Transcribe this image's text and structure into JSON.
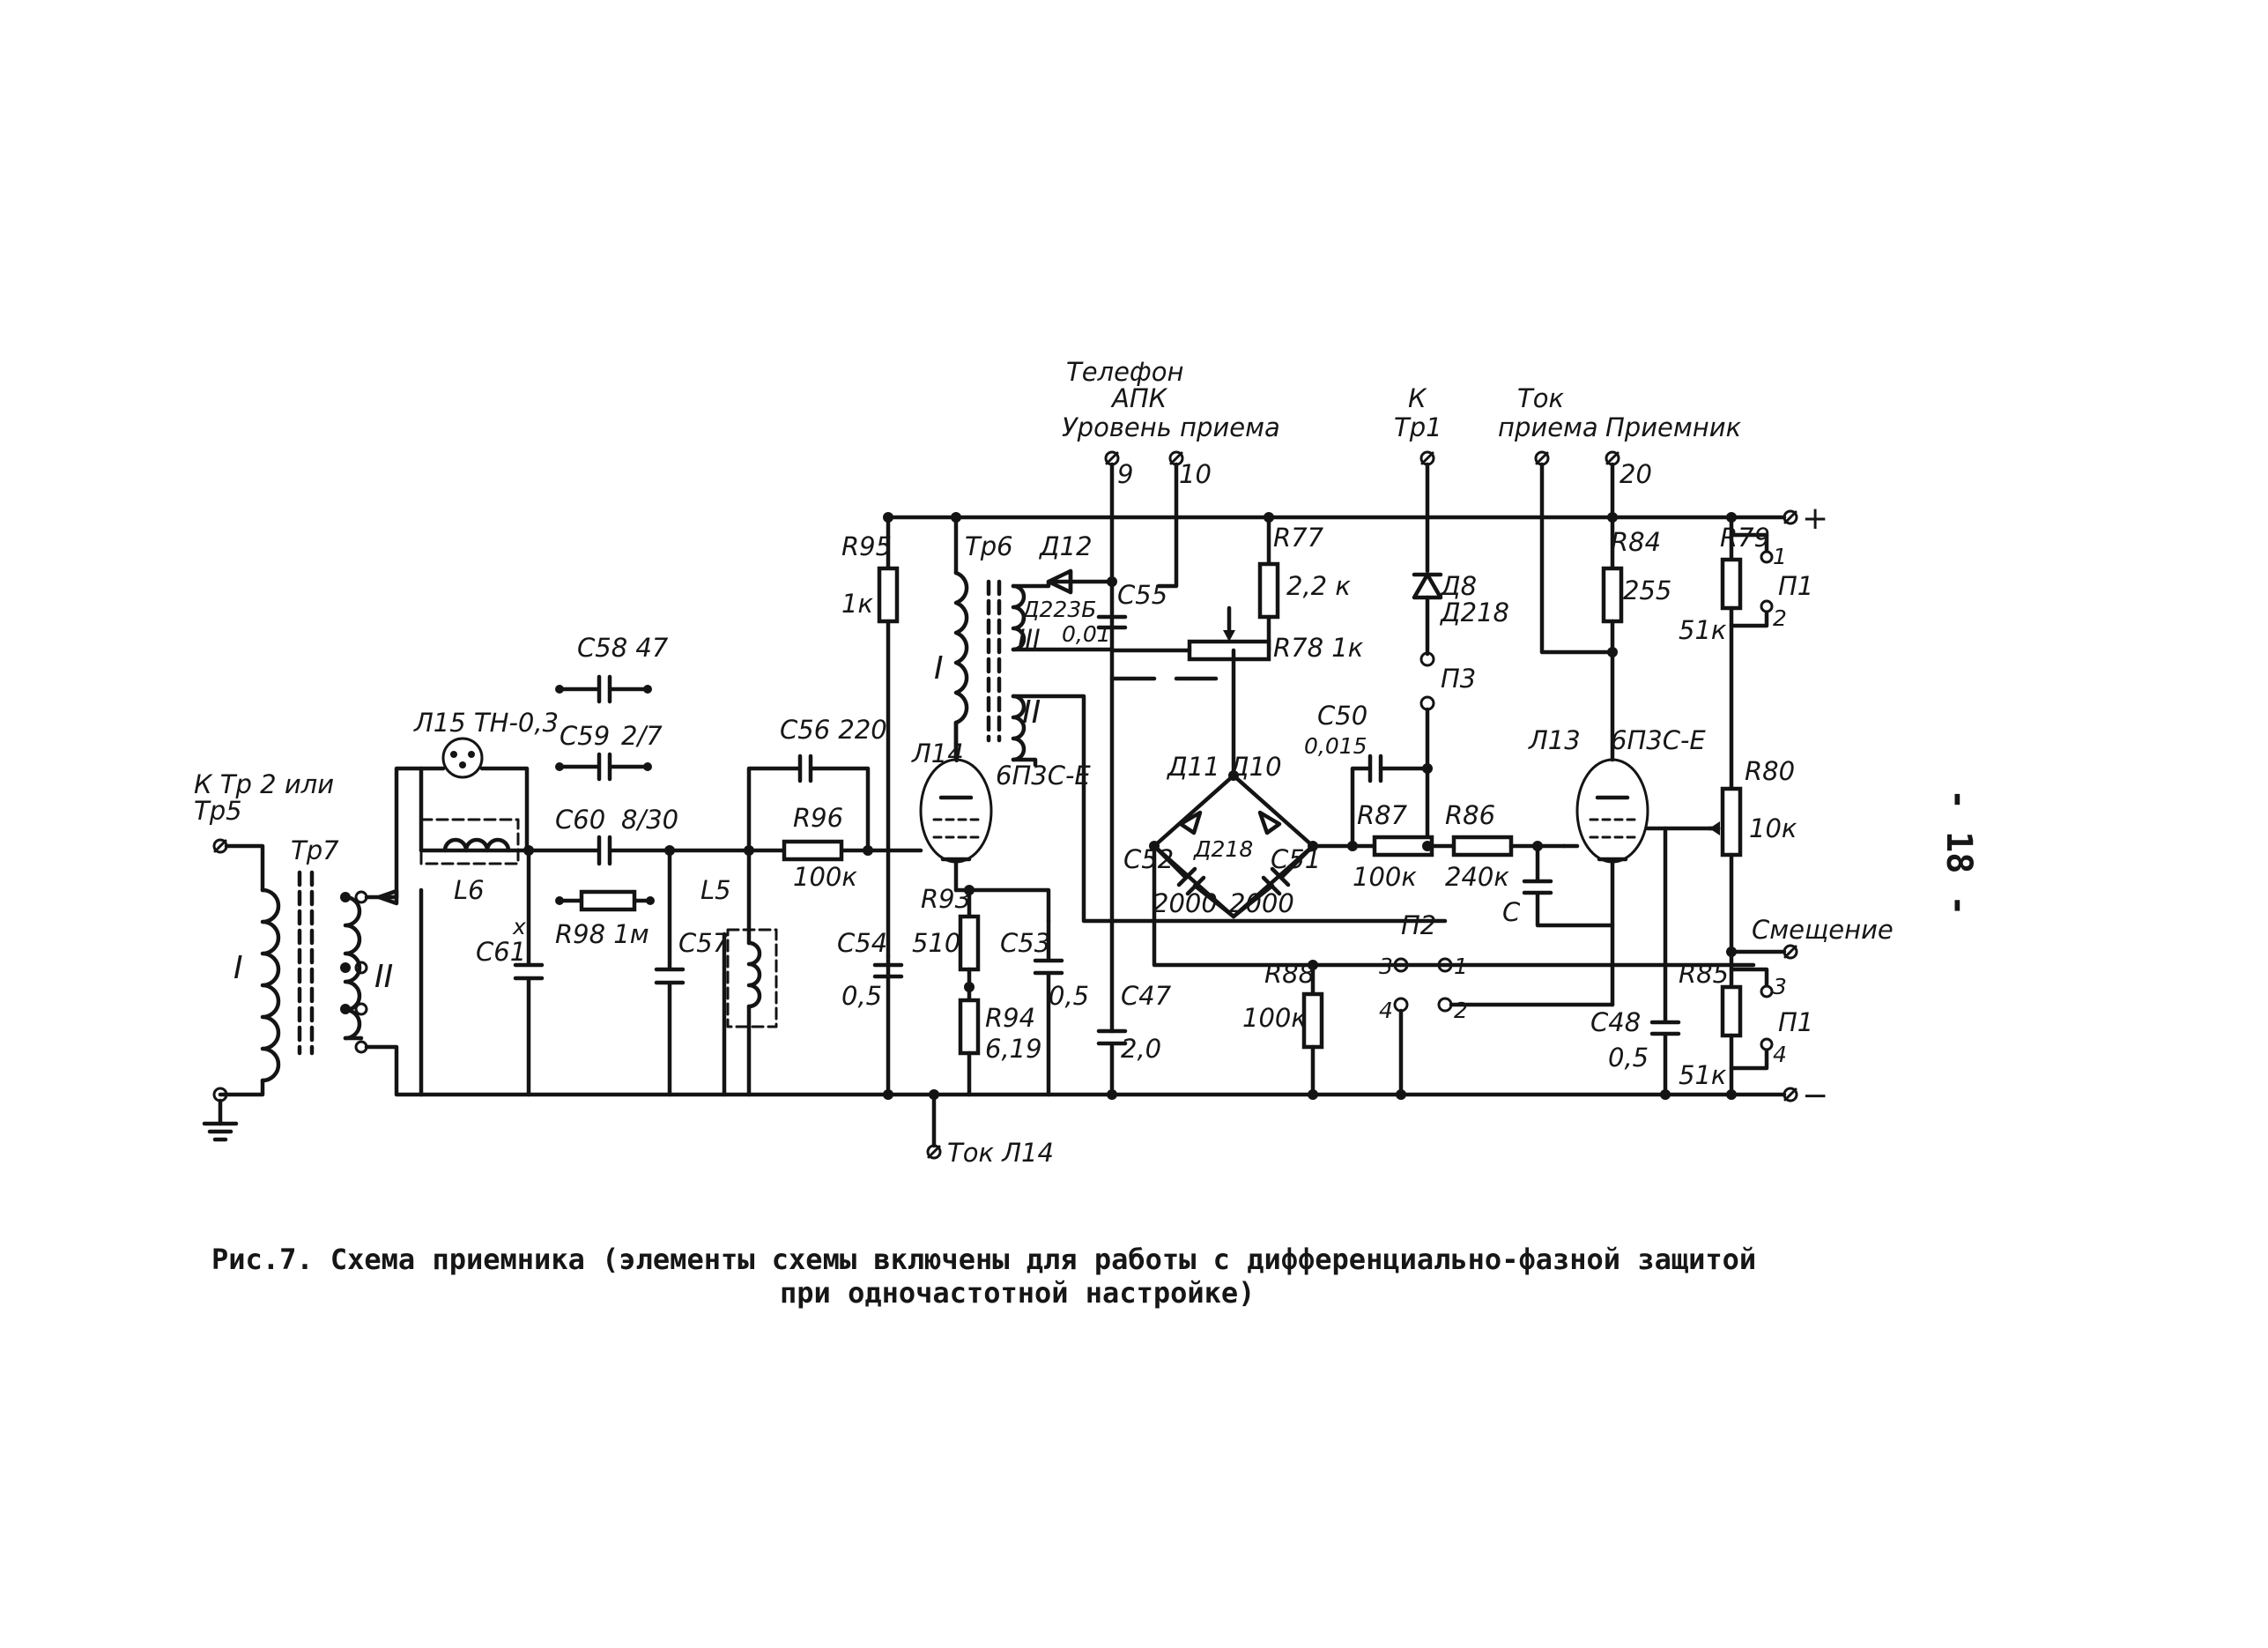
{
  "page_number": "- 18 -",
  "caption": {
    "line1": "Рис.7. Схема приемника (элементы схемы включены для работы с дифференциально-фазной защитой",
    "line2": "при одночастотной настройке)"
  },
  "terminals": {
    "telefon": "Телефон",
    "apk": "АПК",
    "uroven": "Уровень приема",
    "t9": "9",
    "t10": "10",
    "k": "К",
    "tr1": "Тр1",
    "tok": "Ток",
    "priema": "приема",
    "priemnik": "Приемник",
    "t20": "20",
    "plus": "+",
    "minus": "−",
    "smeshchenie": "Смещение",
    "tok_l14": "Ток Л14",
    "input_k_tr": "К Тр 2 или",
    "input_tr5": "Тр5"
  },
  "components": {
    "tr7": "Тр7",
    "tr7_i": "I",
    "tr7_ii": "II",
    "l15": "Л15 ТН-0,3",
    "l6": "L6",
    "c58": "С58 47",
    "c59": "С59",
    "c59_v": "2/7",
    "c60": "С60",
    "c60_v": "8/30",
    "c61": "С61",
    "c61_x": "x",
    "r98": "R98 1м",
    "c57": "С57",
    "l5": "L5",
    "c56": "С56 220",
    "r96": "R96",
    "r96_v": "100к",
    "r95": "R95",
    "r95_v": "1к",
    "c54": "С54",
    "c54_v": "0,5",
    "tr6": "Тр6",
    "tr6_i": "I",
    "tr6_ii": "II",
    "tr6_iii": "III",
    "l14": "Л14",
    "l14_t": "6П3С-Е",
    "r93": "R93",
    "r93_v": "510",
    "r94": "R94",
    "r94_v": "6,19",
    "c53": "С53",
    "c53_v": "0,5",
    "d12": "Д12",
    "d12_t": "Д223Б",
    "c55": "С55",
    "c55_v": "0,01",
    "c47": "С47",
    "c47_v": "2,0",
    "r77": "R77",
    "r77_v": "2,2 к",
    "r78": "R78 1к",
    "d11": "Д11",
    "d10": "Д10",
    "d218": "Д218",
    "c52": "С52",
    "c52_v": "2000",
    "c51": "С51",
    "c51_v": "2000",
    "d8": "Д8",
    "d8_t": "Д218",
    "p3": "П3",
    "c50": "С50",
    "c50_v": "0,015",
    "r87": "R87",
    "r87_v": "100к",
    "r86": "R86",
    "r86_v": "240к",
    "c": "С",
    "r88": "R88",
    "r88_v": "100к",
    "p2": "П2",
    "p2_1": "1",
    "p2_2": "2",
    "p2_3": "3",
    "p2_4": "4",
    "l13": "Л13",
    "l13_t": "6П3С-Е",
    "r84": "R84",
    "r84_v": "255",
    "c48": "С48",
    "c48_v": "0,5",
    "r79": "R79",
    "r79_v": "51к",
    "p1": "П1",
    "p1_1": "1",
    "p1_2": "2",
    "r80": "R80",
    "r80_v": "10к",
    "r85": "R85",
    "r85_v": "51к",
    "p1b": "П1",
    "p1b_3": "3",
    "p1b_4": "4"
  }
}
